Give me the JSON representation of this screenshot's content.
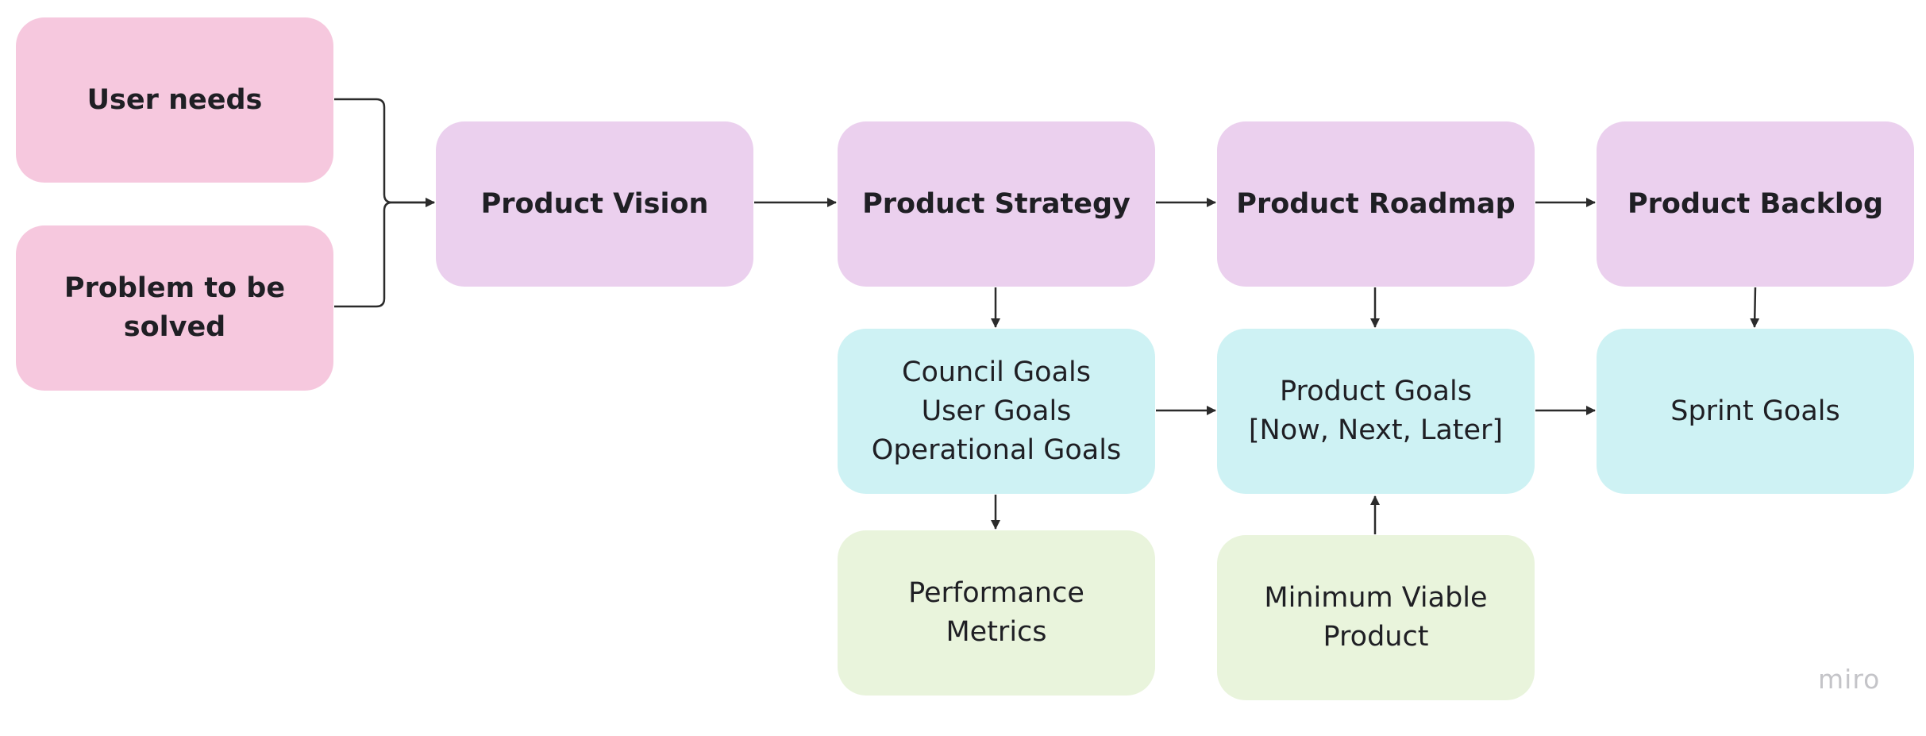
{
  "diagram": {
    "nodes": {
      "user_needs": {
        "label": "User needs",
        "color": "#f6c8de"
      },
      "problem": {
        "lines": [
          "Problem to be",
          "solved"
        ],
        "color": "#f6c8de"
      },
      "product_vision": {
        "label": "Product Vision",
        "color": "#ebd0ee"
      },
      "product_strategy": {
        "label": "Product Strategy",
        "color": "#ebd0ee"
      },
      "product_roadmap": {
        "label": "Product Roadmap",
        "color": "#ebd0ee"
      },
      "product_backlog": {
        "label": "Product Backlog",
        "color": "#ebd0ee"
      },
      "strategy_goals": {
        "lines": [
          "Council Goals",
          "User Goals",
          "Operational Goals"
        ],
        "color": "#cef2f4"
      },
      "product_goals": {
        "lines": [
          "Product Goals",
          "[Now, Next, Later]"
        ],
        "color": "#cef2f4"
      },
      "sprint_goals": {
        "label": "Sprint Goals",
        "color": "#cef2f4"
      },
      "performance_metrics": {
        "label": "Performance Metrics",
        "color": "#e9f4dc"
      },
      "mvp": {
        "lines": [
          "Minimum Viable",
          "Product"
        ],
        "color": "#e9f4dc"
      }
    },
    "edges": [
      {
        "from": "user_needs",
        "to": "product_vision"
      },
      {
        "from": "problem",
        "to": "product_vision"
      },
      {
        "from": "product_vision",
        "to": "product_strategy"
      },
      {
        "from": "product_strategy",
        "to": "product_roadmap"
      },
      {
        "from": "product_roadmap",
        "to": "product_backlog"
      },
      {
        "from": "product_strategy",
        "to": "strategy_goals"
      },
      {
        "from": "product_roadmap",
        "to": "product_goals"
      },
      {
        "from": "product_backlog",
        "to": "sprint_goals"
      },
      {
        "from": "strategy_goals",
        "to": "product_goals"
      },
      {
        "from": "product_goals",
        "to": "sprint_goals"
      },
      {
        "from": "strategy_goals",
        "to": "performance_metrics"
      },
      {
        "from": "mvp",
        "to": "product_goals"
      }
    ],
    "connector_color": "#2b2b2b"
  },
  "watermark": "miro"
}
